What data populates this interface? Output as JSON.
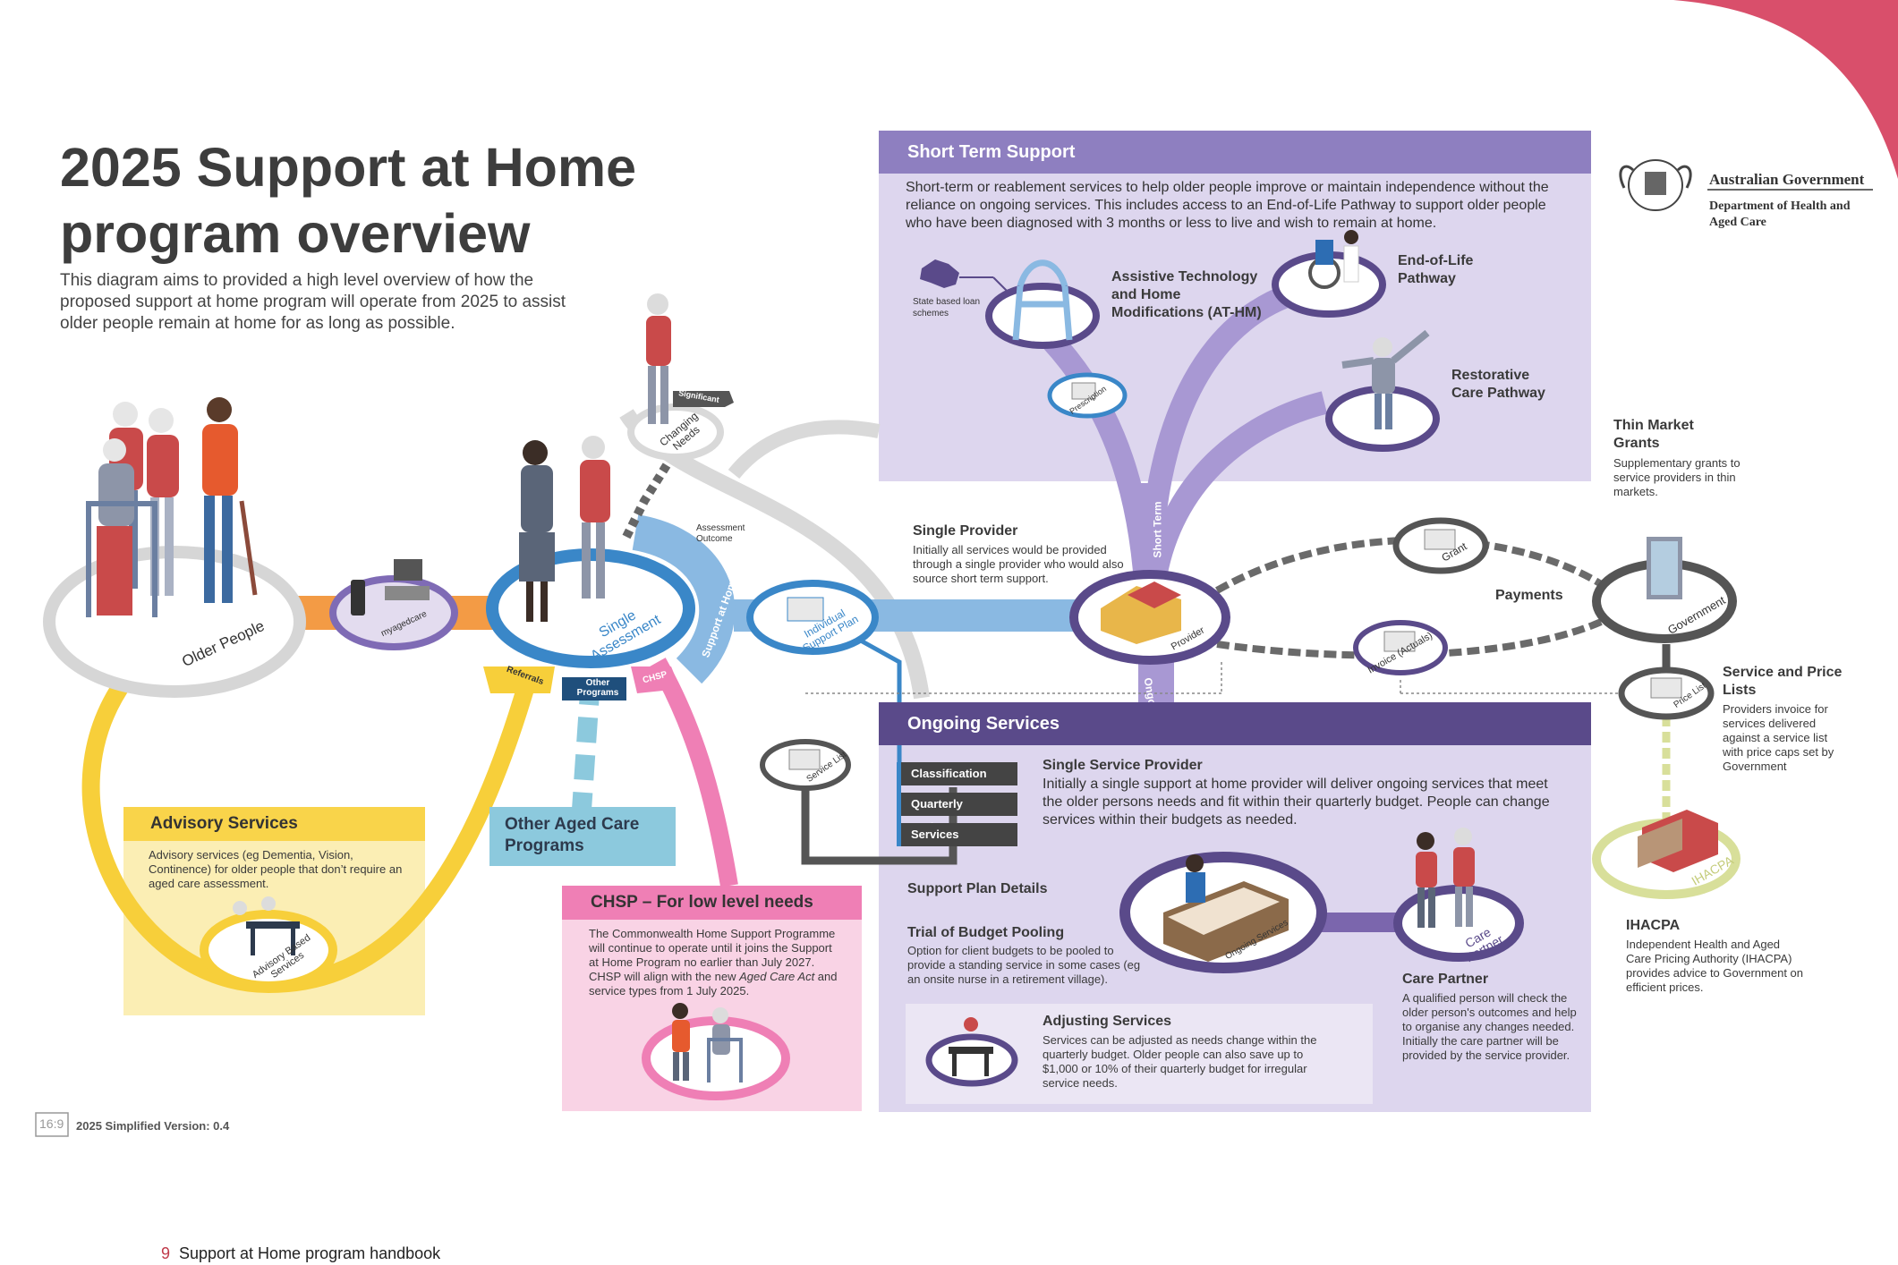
{
  "header": {
    "title": "2025 Support at Home program overview",
    "subtitle": "This diagram aims to provided a high level overview of how the proposed support at home program will operate from 2025 to assist older people remain at home for as long as possible."
  },
  "government": {
    "name": "Australian Government",
    "department": "Department of Health and Aged Care"
  },
  "short_term": {
    "heading": "Short Term Support",
    "description": "Short-term or reablement services to help older people improve or maintain independence without the reliance on ongoing services. This includes access to an End-of-Life Pathway to support older people who have been diagnosed with 3 months or less to live and wish to remain at home.",
    "state_loan": "State based loan schemes",
    "at_hm": "Assistive Technology and Home Modifications (AT-HM)",
    "end_of_life": "End-of-Life Pathway",
    "restorative": "Restorative Care Pathway",
    "prescription": "Prescription",
    "short_term_label": "Short Term"
  },
  "thin_market": {
    "heading": "Thin Market Grants",
    "description": "Supplementary grants to service providers in thin markets."
  },
  "single_provider": {
    "heading": "Single Provider",
    "description": "Initially all services would be provided through a single provider who would also source short term support."
  },
  "flow": {
    "older_people": "Older People",
    "myagedcare": "myagedcare",
    "single_assessment": "Single Assessment",
    "changing_needs": "Changing Needs",
    "significant": "Significant",
    "assessment_outcome": "Assessment Outcome",
    "support_at_home": "Support at Home",
    "individual_support_plan": "Individual Support Plan",
    "provider": "Provider",
    "grant": "Grant",
    "payments": "Payments",
    "government": "Government",
    "invoice": "Invoice (Actuals)",
    "price_list": "Price List",
    "service_list": "Service List",
    "ongoing": "Ongoing",
    "referrals": "Referrals",
    "other_programs": "Other Programs",
    "chsp_tab": "CHSP",
    "ihacpa_badge": "IHACPA"
  },
  "service_price": {
    "heading": "Service and Price Lists",
    "description": "Providers invoice for services delivered against a service list with price caps set by Government"
  },
  "ihacpa": {
    "heading": "IHACPA",
    "description": "Independent Health and Aged Care Pricing Authority (IHACPA) provides advice to Government on efficient prices."
  },
  "advisory": {
    "heading": "Advisory Services",
    "description": "Advisory services (eg Dementia, Vision, Continence) for older people that don’t require an aged care assessment.",
    "badge": "Advisory Based Services"
  },
  "other_aged_care": {
    "heading": "Other Aged Care Programs"
  },
  "chsp": {
    "heading": "CHSP – For low level needs",
    "description_1": "The Commonwealth Home Support Programme will continue to operate until it joins the Support at Home Program no earlier than July 2027. CHSP will align with the new ",
    "description_italic": "Aged Care Act",
    "description_2": " and service types from 1 July 2025."
  },
  "ongoing_services": {
    "heading": "Ongoing Services",
    "tabs": [
      "Classification",
      "Quarterly Budget",
      "Services"
    ],
    "single_service_provider_heading": "Single Service Provider",
    "single_service_provider_text": "Initially a single support at home provider will deliver ongoing services that meet the older persons needs and fit within their quarterly budget. People can change services within their budgets as needed.",
    "support_plan_details": "Support Plan Details",
    "trial_heading": "Trial of Budget Pooling",
    "trial_text": "Option for client budgets to be pooled to provide a standing service in some cases (eg an onsite nurse in a retirement village).",
    "ongoing_services_badge": "Ongoing Services",
    "care_partner_badge": "Care Partner",
    "care_partner_heading": "Care Partner",
    "care_partner_text": "A qualified person will check the older person's outcomes and help to organise any changes needed. Initially the care partner will be provided by the service provider.",
    "adjusting_heading": "Adjusting Services",
    "adjusting_text": "Services can be adjusted as needs change within the quarterly budget. Older people can also save up to $1,000 or 10% of their quarterly budget for irregular service needs."
  },
  "footer": {
    "ratio": "16:9",
    "version": "2025 Simplified Version: 0.4",
    "page_number": "9",
    "handbook": "Support at Home program handbook"
  },
  "colors": {
    "purple_header": "#8e7fc0",
    "purple_panel": "#ddd6ee",
    "dark_purple": "#5a4a8a",
    "advisory_yellow": "#f9d44a",
    "chsp_pink": "#ef7fb5",
    "other_blue": "#8cc9dd",
    "flow_blue": "#3a87c8",
    "corner_red": "#d94f6b"
  }
}
